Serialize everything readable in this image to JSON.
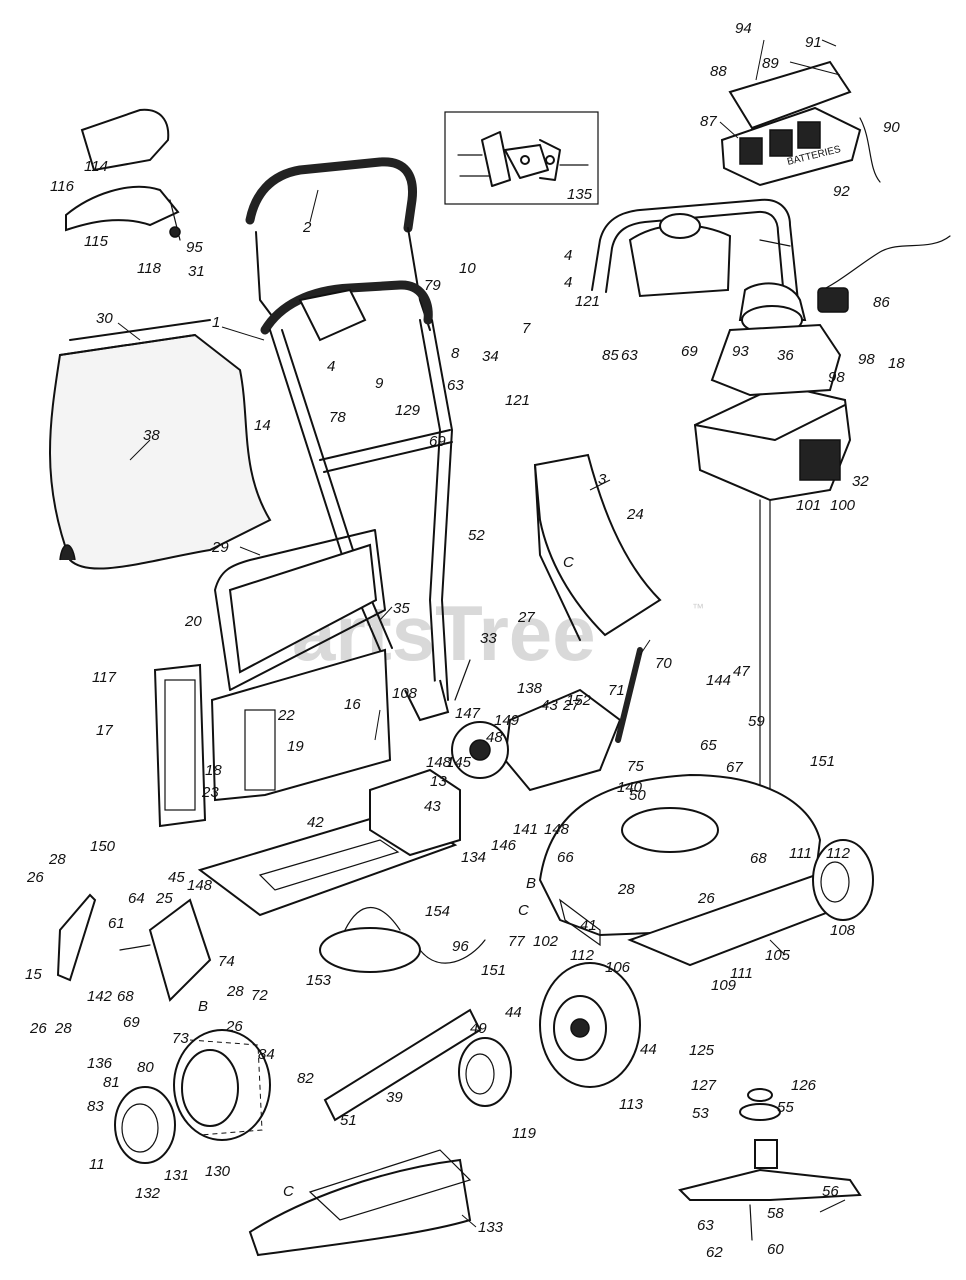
{
  "watermark": {
    "text": "PartsTree",
    "trademark": "™"
  },
  "inset": {
    "label": "135"
  },
  "battery_label": "BATTERIES",
  "labels": [
    {
      "id": "p94",
      "text": "94"
    },
    {
      "id": "p91",
      "text": "91"
    },
    {
      "id": "p89",
      "text": "89"
    },
    {
      "id": "p88",
      "text": "88"
    },
    {
      "id": "p87",
      "text": "87"
    },
    {
      "id": "p90",
      "text": "90"
    },
    {
      "id": "p92",
      "text": "92"
    },
    {
      "id": "p114",
      "text": "114"
    },
    {
      "id": "p116",
      "text": "116"
    },
    {
      "id": "p115",
      "text": "115"
    },
    {
      "id": "p95",
      "text": "95"
    },
    {
      "id": "p118",
      "text": "118"
    },
    {
      "id": "p31",
      "text": "31"
    },
    {
      "id": "p2",
      "text": "2"
    },
    {
      "id": "p10",
      "text": "10"
    },
    {
      "id": "p4a",
      "text": "4"
    },
    {
      "id": "p7",
      "text": "7"
    },
    {
      "id": "p8",
      "text": "8"
    },
    {
      "id": "p34",
      "text": "34"
    },
    {
      "id": "p79",
      "text": "79"
    },
    {
      "id": "p1",
      "text": "1"
    },
    {
      "id": "p4b",
      "text": "4"
    },
    {
      "id": "p9",
      "text": "9"
    },
    {
      "id": "p129",
      "text": "129"
    },
    {
      "id": "p30",
      "text": "30"
    },
    {
      "id": "p14",
      "text": "14"
    },
    {
      "id": "p78",
      "text": "78"
    },
    {
      "id": "p63a",
      "text": "63"
    },
    {
      "id": "p121a",
      "text": "121"
    },
    {
      "id": "p69a",
      "text": "69"
    },
    {
      "id": "p38",
      "text": "38"
    },
    {
      "id": "p52",
      "text": "52"
    },
    {
      "id": "p3",
      "text": "3"
    },
    {
      "id": "p4c",
      "text": "4"
    },
    {
      "id": "p121b",
      "text": "121"
    },
    {
      "id": "p85",
      "text": "85"
    },
    {
      "id": "p63b",
      "text": "63"
    },
    {
      "id": "p69b",
      "text": "69"
    },
    {
      "id": "p93",
      "text": "93"
    },
    {
      "id": "p86",
      "text": "86"
    },
    {
      "id": "p36",
      "text": "36"
    },
    {
      "id": "p98a",
      "text": "98"
    },
    {
      "id": "p18a",
      "text": "18"
    },
    {
      "id": "p98b",
      "text": "98"
    },
    {
      "id": "p32",
      "text": "32"
    },
    {
      "id": "p101",
      "text": "101"
    },
    {
      "id": "p100",
      "text": "100"
    },
    {
      "id": "p29",
      "text": "29"
    },
    {
      "id": "p24",
      "text": "24"
    },
    {
      "id": "pC1",
      "text": "C"
    },
    {
      "id": "p33",
      "text": "33"
    },
    {
      "id": "p27a",
      "text": "27"
    },
    {
      "id": "p35",
      "text": "35"
    },
    {
      "id": "p20",
      "text": "20"
    },
    {
      "id": "p117",
      "text": "117"
    },
    {
      "id": "p22",
      "text": "22"
    },
    {
      "id": "p108a",
      "text": "108"
    },
    {
      "id": "p16",
      "text": "16"
    },
    {
      "id": "p17",
      "text": "17"
    },
    {
      "id": "p19",
      "text": "19"
    },
    {
      "id": "p18b",
      "text": "18"
    },
    {
      "id": "p23",
      "text": "23"
    },
    {
      "id": "p70",
      "text": "70"
    },
    {
      "id": "p152",
      "text": "152"
    },
    {
      "id": "p71",
      "text": "71"
    },
    {
      "id": "p144",
      "text": "144"
    },
    {
      "id": "p47",
      "text": "47"
    },
    {
      "id": "p138",
      "text": "138"
    },
    {
      "id": "p43a",
      "text": "43"
    },
    {
      "id": "p27b",
      "text": "27"
    },
    {
      "id": "p59",
      "text": "59"
    },
    {
      "id": "p147",
      "text": "147"
    },
    {
      "id": "p149",
      "text": "149"
    },
    {
      "id": "p48",
      "text": "48"
    },
    {
      "id": "p65",
      "text": "65"
    },
    {
      "id": "p148a",
      "text": "148"
    },
    {
      "id": "p145",
      "text": "145"
    },
    {
      "id": "p13",
      "text": "13"
    },
    {
      "id": "p43b",
      "text": "43"
    },
    {
      "id": "p75",
      "text": "75"
    },
    {
      "id": "p140",
      "text": "140"
    },
    {
      "id": "p67",
      "text": "67"
    },
    {
      "id": "p151a",
      "text": "151"
    },
    {
      "id": "p50",
      "text": "50"
    },
    {
      "id": "p111a",
      "text": "111"
    },
    {
      "id": "p112a",
      "text": "112"
    },
    {
      "id": "p141",
      "text": "141"
    },
    {
      "id": "p148b",
      "text": "148"
    },
    {
      "id": "p42",
      "text": "42"
    },
    {
      "id": "p134",
      "text": "134"
    },
    {
      "id": "p146",
      "text": "146"
    },
    {
      "id": "p66",
      "text": "66"
    },
    {
      "id": "p68a",
      "text": "68"
    },
    {
      "id": "p150",
      "text": "150"
    },
    {
      "id": "p28a",
      "text": "28"
    },
    {
      "id": "p26a",
      "text": "26"
    },
    {
      "id": "p45",
      "text": "45"
    },
    {
      "id": "p148c",
      "text": "148"
    },
    {
      "id": "p64",
      "text": "64"
    },
    {
      "id": "p25",
      "text": "25"
    },
    {
      "id": "pB1",
      "text": "B"
    },
    {
      "id": "p28b",
      "text": "28"
    },
    {
      "id": "p26b",
      "text": "26"
    },
    {
      "id": "p41",
      "text": "41"
    },
    {
      "id": "p108b",
      "text": "108"
    },
    {
      "id": "p154",
      "text": "154"
    },
    {
      "id": "pC2",
      "text": "C"
    },
    {
      "id": "p77",
      "text": "77"
    },
    {
      "id": "p102",
      "text": "102"
    },
    {
      "id": "p112b",
      "text": "112"
    },
    {
      "id": "p105",
      "text": "105"
    },
    {
      "id": "p61",
      "text": "61"
    },
    {
      "id": "p96",
      "text": "96"
    },
    {
      "id": "p151b",
      "text": "151"
    },
    {
      "id": "p111b",
      "text": "111"
    },
    {
      "id": "p15",
      "text": "15"
    },
    {
      "id": "p142",
      "text": "142"
    },
    {
      "id": "p68b",
      "text": "68"
    },
    {
      "id": "p74",
      "text": "74"
    },
    {
      "id": "p72",
      "text": "72"
    },
    {
      "id": "p153",
      "text": "153"
    },
    {
      "id": "p106",
      "text": "106"
    },
    {
      "id": "p28c",
      "text": "28"
    },
    {
      "id": "p26c",
      "text": "26"
    },
    {
      "id": "p109",
      "text": "109"
    },
    {
      "id": "p69c",
      "text": "69"
    },
    {
      "id": "pB2",
      "text": "B"
    },
    {
      "id": "p26d",
      "text": "26"
    },
    {
      "id": "p28d",
      "text": "28"
    },
    {
      "id": "p73",
      "text": "73"
    },
    {
      "id": "p49",
      "text": "49"
    },
    {
      "id": "p44a",
      "text": "44"
    },
    {
      "id": "p44b",
      "text": "44"
    },
    {
      "id": "p125",
      "text": "125"
    },
    {
      "id": "p136",
      "text": "136"
    },
    {
      "id": "p80",
      "text": "80"
    },
    {
      "id": "p84",
      "text": "84"
    },
    {
      "id": "p81",
      "text": "81"
    },
    {
      "id": "p82",
      "text": "82"
    },
    {
      "id": "p83",
      "text": "83"
    },
    {
      "id": "p39",
      "text": "39"
    },
    {
      "id": "p51",
      "text": "51"
    },
    {
      "id": "p113",
      "text": "113"
    },
    {
      "id": "p127",
      "text": "127"
    },
    {
      "id": "p126",
      "text": "126"
    },
    {
      "id": "p53",
      "text": "53"
    },
    {
      "id": "p55",
      "text": "55"
    },
    {
      "id": "p119",
      "text": "119"
    },
    {
      "id": "p11",
      "text": "11"
    },
    {
      "id": "p131",
      "text": "131"
    },
    {
      "id": "p130",
      "text": "130"
    },
    {
      "id": "p132",
      "text": "132"
    },
    {
      "id": "p56",
      "text": "56"
    },
    {
      "id": "pC3",
      "text": "C"
    },
    {
      "id": "p133",
      "text": "133"
    },
    {
      "id": "p63c",
      "text": "63"
    },
    {
      "id": "p58",
      "text": "58"
    },
    {
      "id": "p62",
      "text": "62"
    },
    {
      "id": "p60",
      "text": "60"
    }
  ]
}
